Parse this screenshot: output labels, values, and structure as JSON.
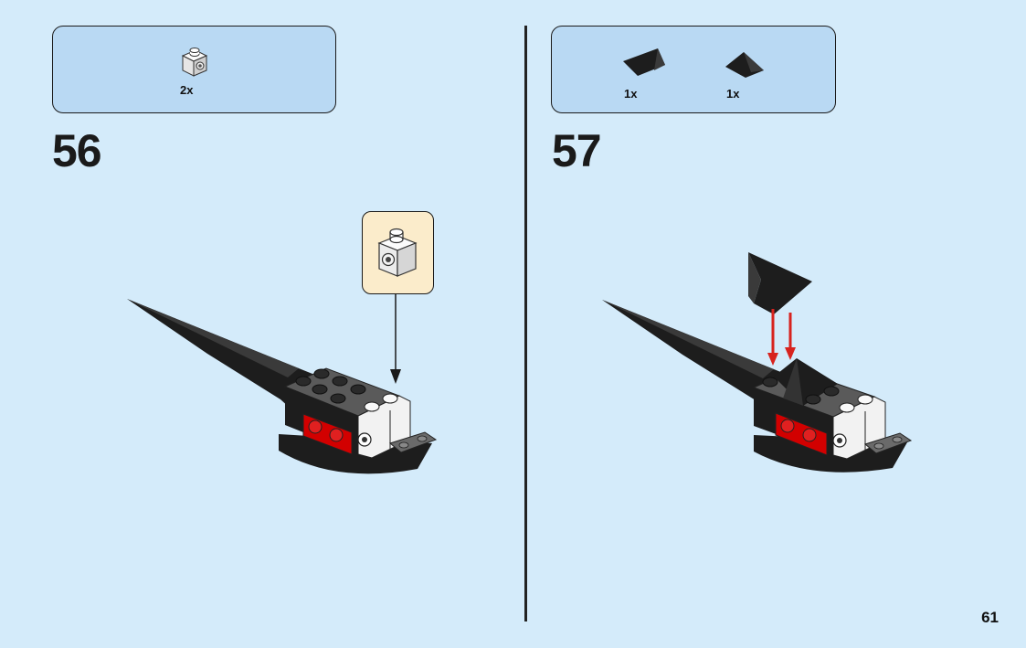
{
  "colors": {
    "page_background": "#d4ebfa",
    "parts_box_background": "#b9d9f3",
    "callout_background": "#fbeccb",
    "arrow_red": "#d7231e",
    "brick_black": "#1d1d1d",
    "brick_white": "#f4f4f4",
    "brick_red": "#d20000"
  },
  "step56": {
    "number": "56",
    "part_quantity": "2x",
    "part_icon": "white-1x1-brick-with-side-stud-icon"
  },
  "step57": {
    "number": "57",
    "parts": [
      {
        "quantity": "1x",
        "icon": "black-slope-left-icon"
      },
      {
        "quantity": "1x",
        "icon": "black-slope-right-icon"
      }
    ]
  },
  "page_number": "61"
}
